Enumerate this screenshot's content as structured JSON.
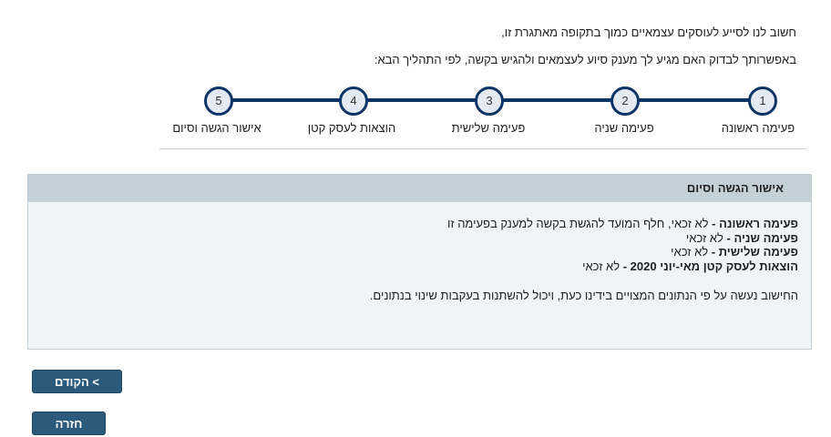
{
  "intro": {
    "line1": "חשוב לנו לסייע לעוסקים עצמאיים כמוך בתקופה מאתגרת זו,",
    "line2": "באפשרותך לבדוק האם מגיע לך מענק סיוע לעצמאים ולהגיש בקשה, לפי התהליך הבא:"
  },
  "stepper": {
    "color": "#0b3566",
    "steps": [
      {
        "number": "1",
        "label": "פעימה ראשונה"
      },
      {
        "number": "2",
        "label": "פעימה שניה"
      },
      {
        "number": "3",
        "label": "פעימה שלישית"
      },
      {
        "number": "4",
        "label": "הוצאות לעסק קטן"
      },
      {
        "number": "5",
        "label": "אישור הגשה וסיום"
      }
    ]
  },
  "panel": {
    "title": "אישור הגשה וסיום",
    "results": [
      {
        "label": "פעימה ראשונה -",
        "value": " לא זכאי, חלף המועד להגשת בקשה למענק בפעימה זו"
      },
      {
        "label": "פעימה שניה -",
        "value": " לא זכאי"
      },
      {
        "label": "פעימה שלישית -",
        "value": " לא זכאי"
      },
      {
        "label": "הוצאות לעסק קטן מאי-יוני 2020 -",
        "value": " לא זכאי"
      }
    ],
    "note": "החישוב נעשה על פי הנתונים המצויים בידינו כעת, ויכול להשתנות בעקבות שינוי בנתונים."
  },
  "buttons": {
    "previous": "> הקודם",
    "back": "חזרה",
    "color": "#2b5a7c"
  }
}
